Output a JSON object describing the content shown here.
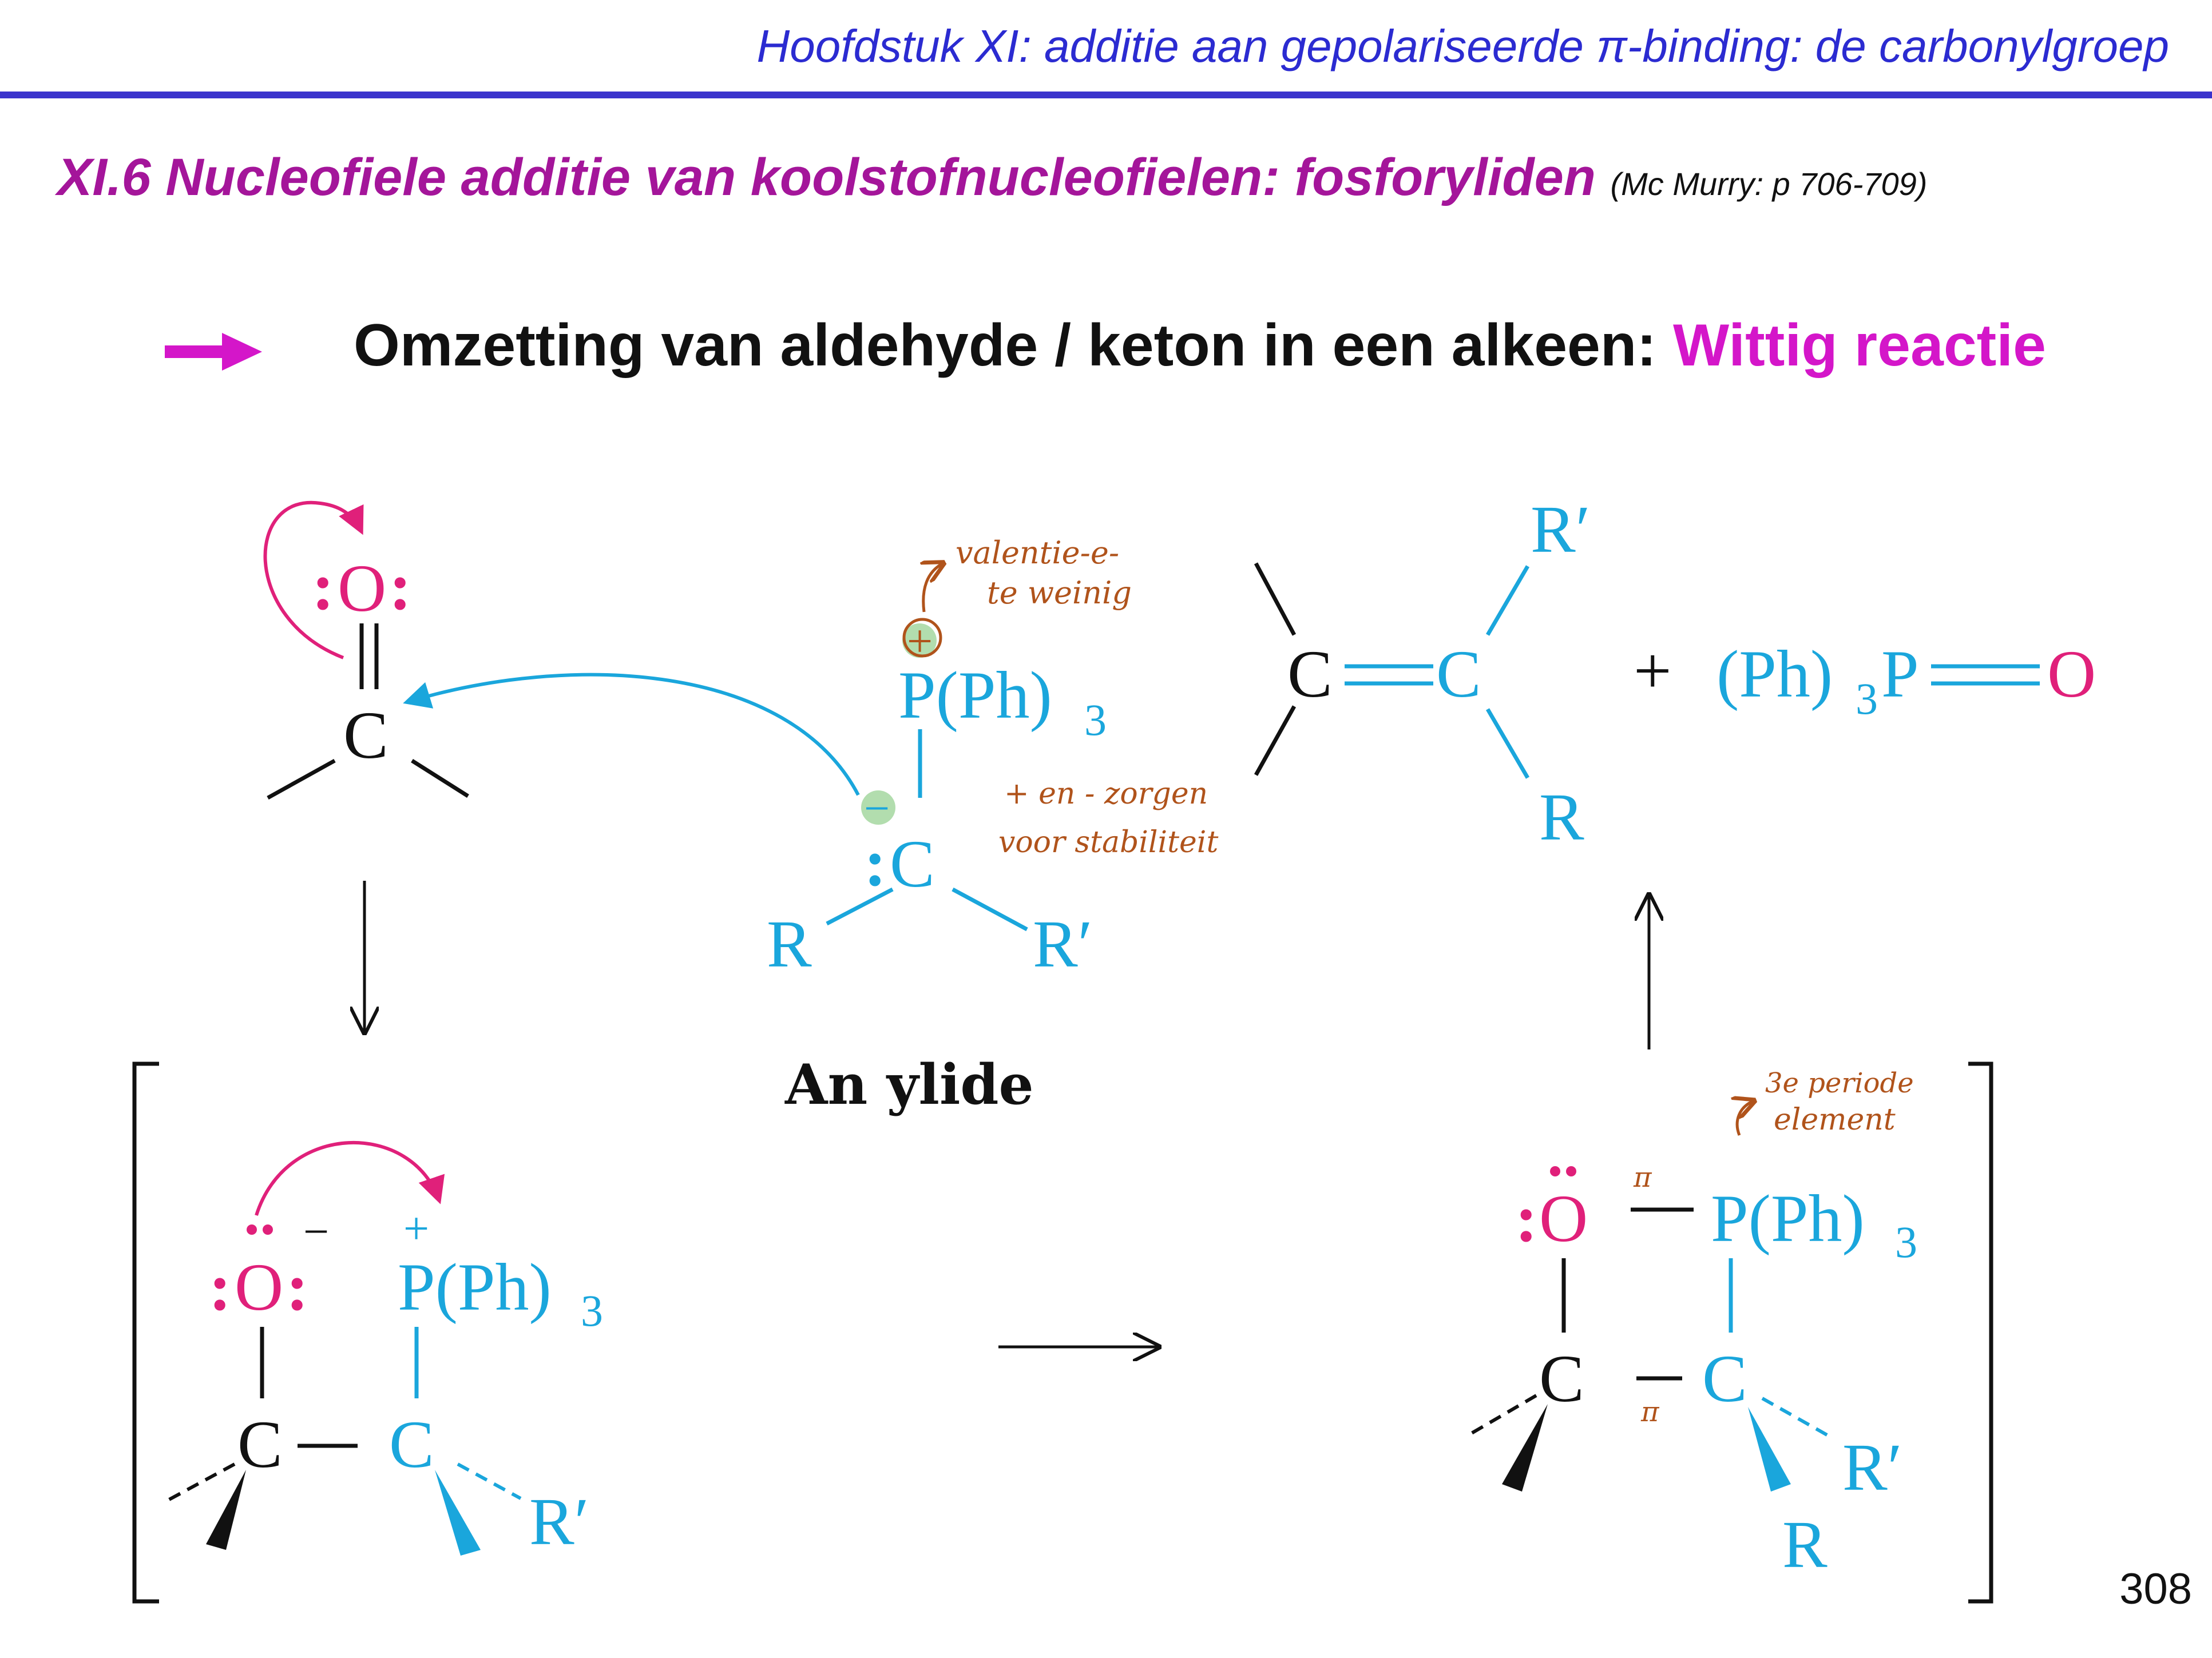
{
  "header": {
    "chapter": "Hoofdstuk XI: additie aan gepolariseerde π-binding: de carbonylgroep"
  },
  "section": {
    "title": "XI.6 Nucleofiele additie van koolstofnucleofielen: fosforyliden",
    "reference": "(Mc Murry: p 706-709)"
  },
  "intro": {
    "text": "Omzetting van aldehyde / keton in een alkeen: ",
    "highlight": "Wittig reactie"
  },
  "scheme": {
    "ylide_label": "An ylide",
    "atoms": {
      "O": "O",
      "C": "C",
      "P_Ph3": "P(Ph)",
      "sub3": "3",
      "Ph3P": "(Ph)",
      "P": "P",
      "R": "R",
      "R_prime": "R′",
      "plus": "+",
      "minus": "−",
      "lone_pair": ":"
    },
    "annotations": {
      "valence": "valentie-e-",
      "valence2": "te weinig",
      "stability1": "+ en - zorgen",
      "stability2": "voor stabiliteit",
      "period1": "3e periode",
      "period2": "element",
      "pi": "π"
    },
    "colors": {
      "cyan": "#1aa6dc",
      "magenta": "#e0207a",
      "black": "#111111",
      "brown": "#b0531b"
    }
  },
  "page_number": "308"
}
